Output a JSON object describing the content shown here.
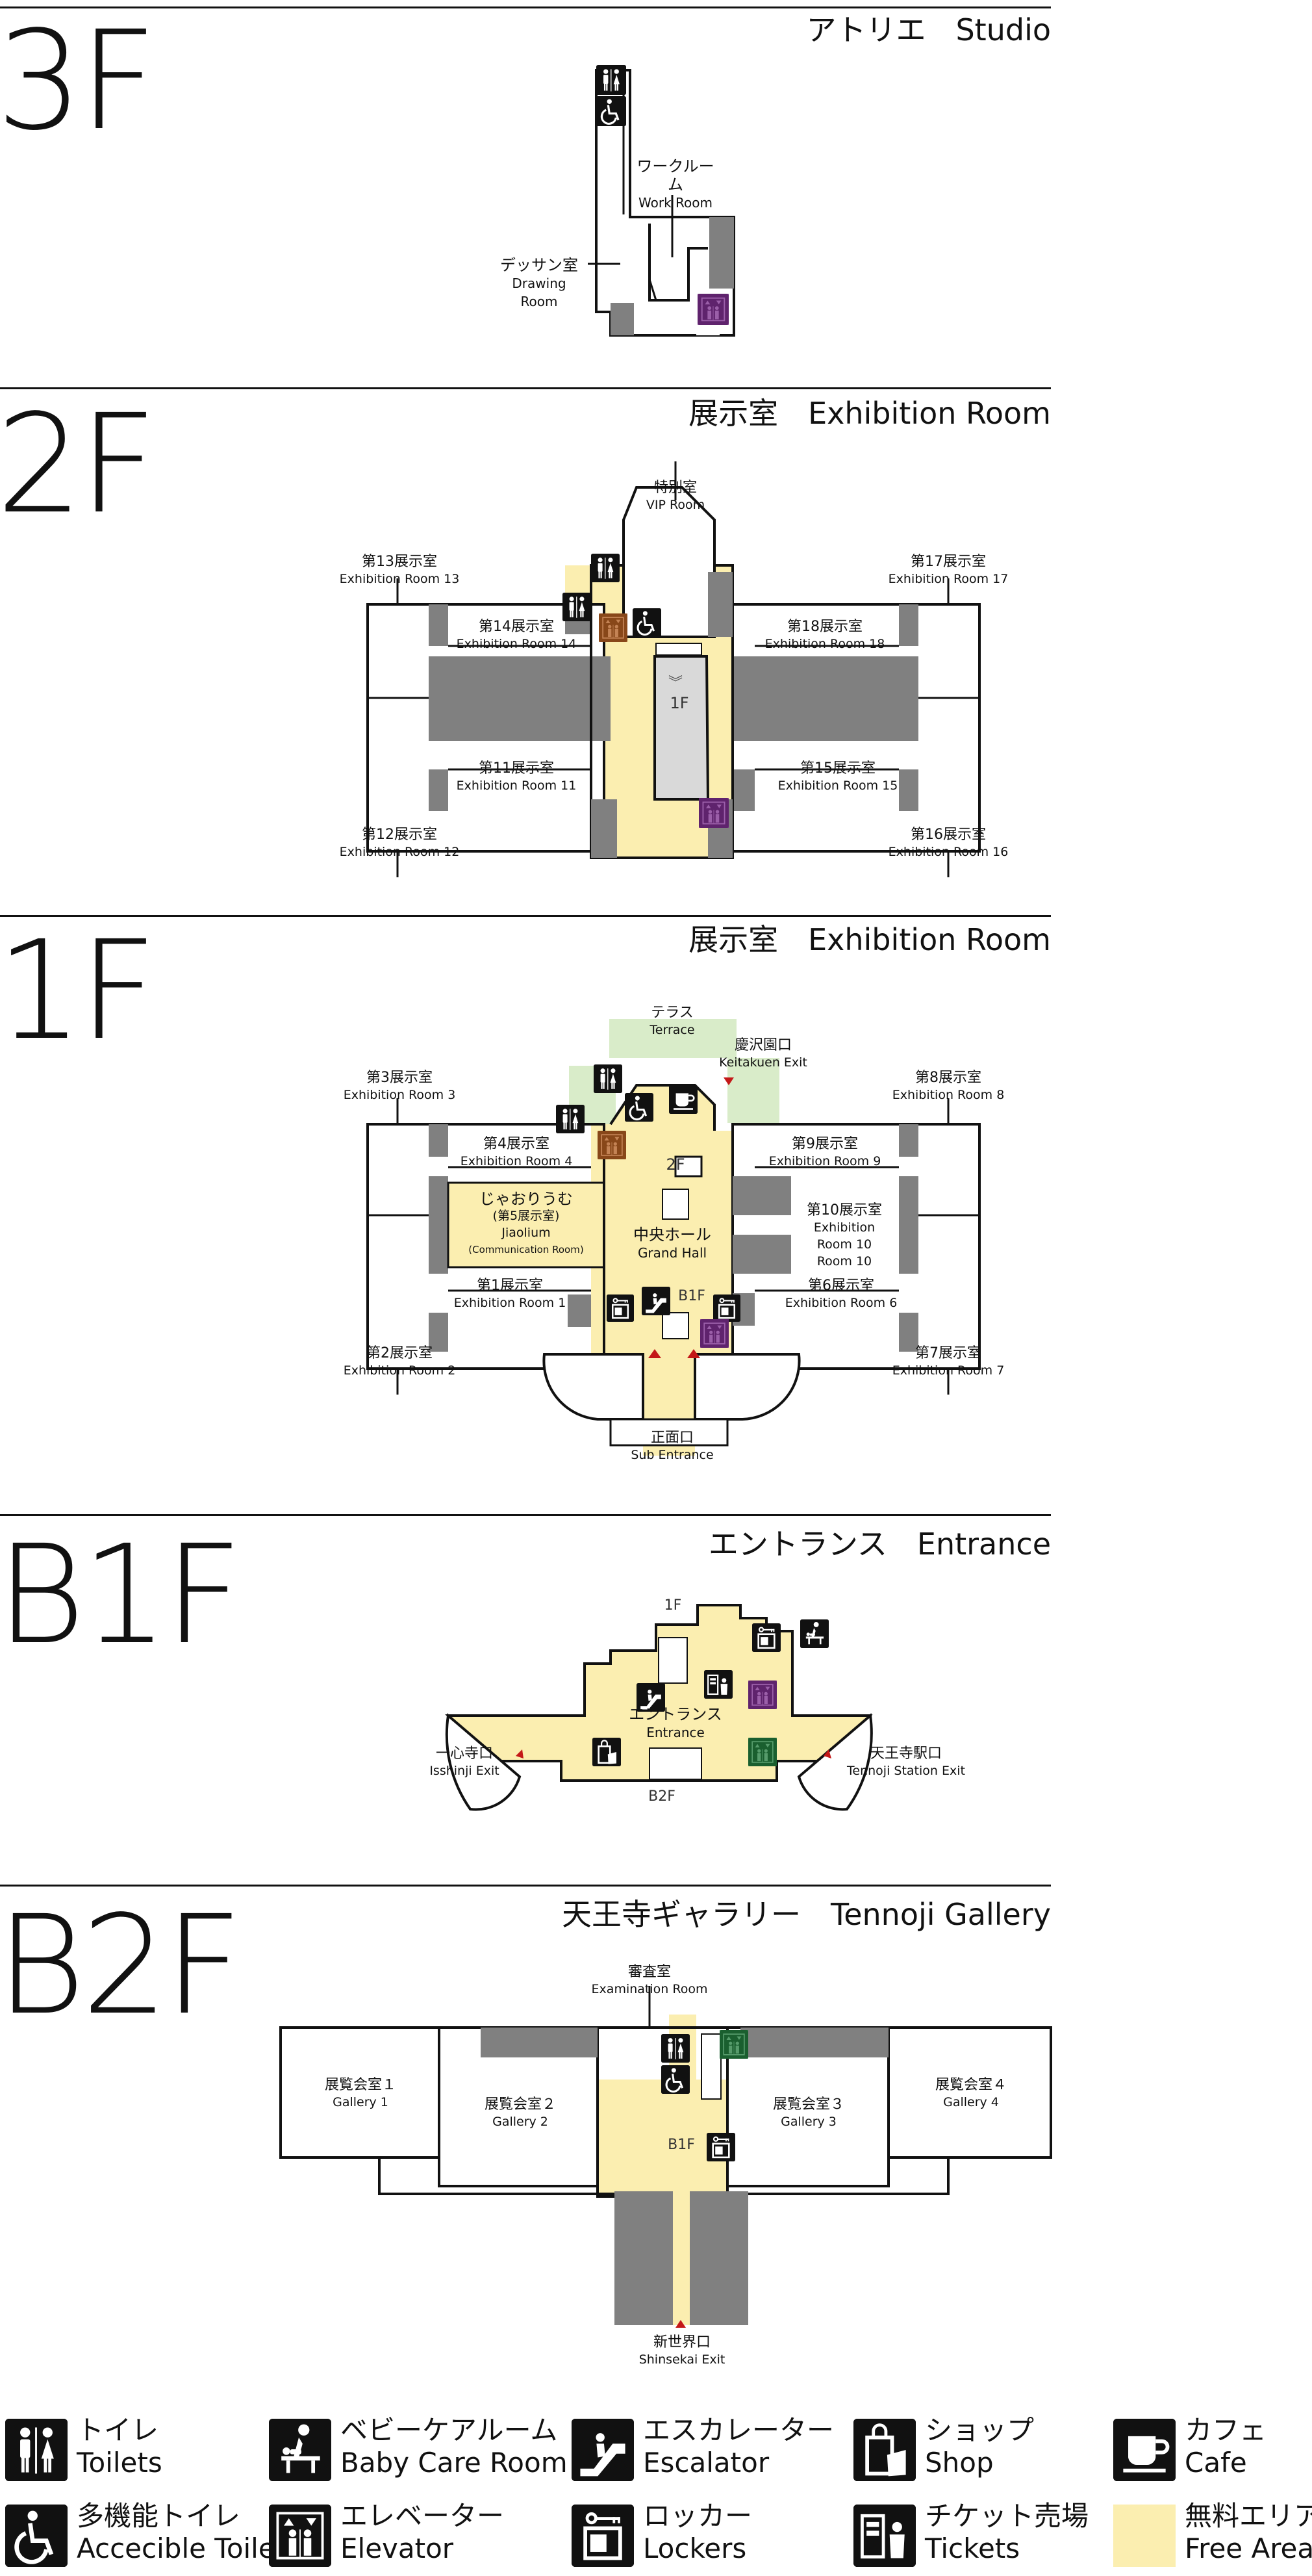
{
  "colors": {
    "wall": "#111111",
    "room_fill": "#ffffff",
    "service_grey": "#808080",
    "free_area": "#fbeeb0",
    "terrace": "#d9ecc9",
    "hall_light": "#d9d9d9",
    "elevator_purple": "#7a2a8c",
    "elevator_orange": "#b05a1c",
    "elevator_green": "#1e7a3a",
    "exit_red": "#c41818"
  },
  "floors": [
    {
      "label": "3F",
      "title": "アトリエ　Studio",
      "rooms": [
        {
          "jp": "ワークルーム",
          "en": "Work Room"
        },
        {
          "jp": "デッサン室",
          "en": "Drawing Room"
        }
      ]
    },
    {
      "label": "2F",
      "title": "展示室　Exhibition Room",
      "rooms": [
        {
          "jp": "特別室",
          "en": "VIP Room"
        },
        {
          "jp": "第13展示室",
          "en": "Exhibition Room 13"
        },
        {
          "jp": "第17展示室",
          "en": "Exhibition Room 17"
        },
        {
          "jp": "第14展示室",
          "en": "Exhibition Room 14"
        },
        {
          "jp": "第18展示室",
          "en": "Exhibition Room 18"
        },
        {
          "jp": "第11展示室",
          "en": "Exhibition Room 11"
        },
        {
          "jp": "第15展示室",
          "en": "Exhibition Room 15"
        },
        {
          "jp": "第12展示室",
          "en": "Exhibition Room 12"
        },
        {
          "jp": "第16展示室",
          "en": "Exhibition Room 16"
        }
      ],
      "stair_label": "1F"
    },
    {
      "label": "1F",
      "title": "展示室　Exhibition Room",
      "rooms": [
        {
          "jp": "テラス",
          "en": "Terrace"
        },
        {
          "jp": "慶沢園口",
          "en": "Keitakuen Exit"
        },
        {
          "jp": "第3展示室",
          "en": "Exhibition Room 3"
        },
        {
          "jp": "第8展示室",
          "en": "Exhibition Room 8"
        },
        {
          "jp": "第4展示室",
          "en": "Exhibition Room 4"
        },
        {
          "jp": "第9展示室",
          "en": "Exhibition Room 9"
        },
        {
          "jp": "じゃおりうむ",
          "en": "Jiaolium"
        },
        {
          "jp": "第10展示室",
          "en": "Exhibition Room 10"
        },
        {
          "jp": "中央ホール",
          "en": "Grand Hall"
        },
        {
          "jp": "第1展示室",
          "en": "Exhibition Room 1"
        },
        {
          "jp": "第6展示室",
          "en": "Exhibition Room 6"
        },
        {
          "jp": "第2展示室",
          "en": "Exhibition Room 2"
        },
        {
          "jp": "第7展示室",
          "en": "Exhibition Room 7"
        },
        {
          "jp": "正面口",
          "en": "Sub Entrance"
        }
      ],
      "jiaolium_sub": "(第5展示室)",
      "jiaolium_sub_en": "(Communication Room)",
      "stair_up": "2F",
      "stair_down": "B1F"
    },
    {
      "label": "B1F",
      "title": "エントランス　Entrance",
      "rooms": [
        {
          "jp": "エントランス",
          "en": "Entrance"
        },
        {
          "jp": "一心寺口",
          "en": "Isshinji Exit"
        },
        {
          "jp": "天王寺駅口",
          "en": "Tennoji Station Exit"
        }
      ],
      "stair_up": "1F",
      "stair_down": "B2F"
    },
    {
      "label": "B2F",
      "title": "天王寺ギャラリー　Tennoji Gallery",
      "rooms": [
        {
          "jp": "審査室",
          "en": "Examination Room"
        },
        {
          "jp": "展覧会室１",
          "en": "Gallery 1"
        },
        {
          "jp": "展覧会室２",
          "en": "Gallery 2"
        },
        {
          "jp": "展覧会室３",
          "en": "Gallery 3"
        },
        {
          "jp": "展覧会室４",
          "en": "Gallery 4"
        },
        {
          "jp": "新世界口",
          "en": "Shinsekai Exit"
        }
      ],
      "stair_up": "B1F"
    }
  ],
  "legend": [
    {
      "jp": "トイレ",
      "en": "Toilets",
      "icon": "toilet-icon"
    },
    {
      "jp": "ベビーケアルーム",
      "en": "Baby Care Room",
      "icon": "baby-care-icon"
    },
    {
      "jp": "エスカレーター",
      "en": "Escalator",
      "icon": "escalator-icon"
    },
    {
      "jp": "ショップ",
      "en": "Shop",
      "icon": "shop-icon"
    },
    {
      "jp": "カフェ",
      "en": "Cafe",
      "icon": "cafe-icon"
    },
    {
      "jp": "多機能トイレ",
      "en": "Accecible Toilet",
      "icon": "accessible-toilet-icon"
    },
    {
      "jp": "エレベーター",
      "en": "Elevator",
      "icon": "elevator-icon"
    },
    {
      "jp": "ロッカー",
      "en": "Lockers",
      "icon": "locker-icon"
    },
    {
      "jp": "チケット売場",
      "en": "Tickets",
      "icon": "ticket-icon"
    },
    {
      "jp": "無料エリア",
      "en": "Free Area",
      "icon": "free-area-swatch"
    }
  ]
}
